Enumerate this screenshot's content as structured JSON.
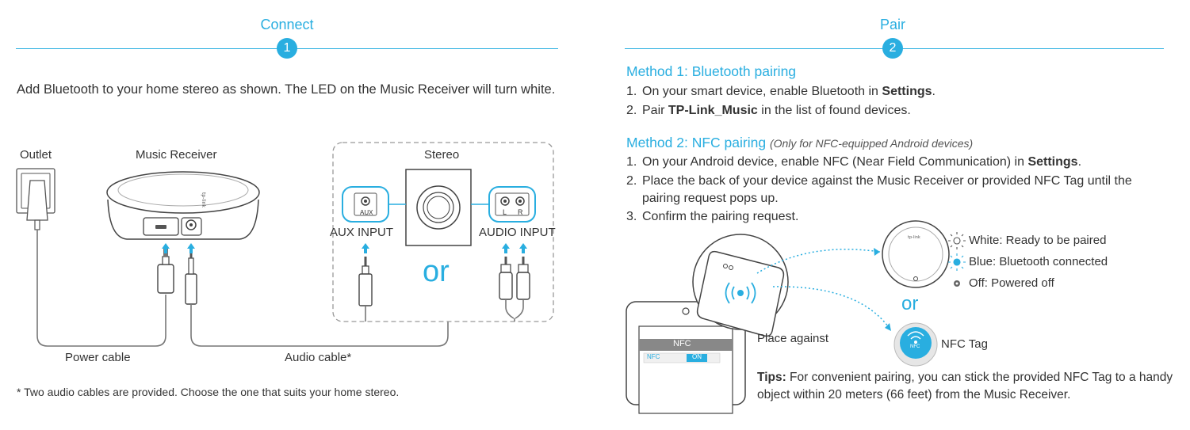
{
  "colors": {
    "accent": "#29aee0",
    "text": "#333333",
    "line": "#555555"
  },
  "connect": {
    "title": "Connect",
    "step_number": "1",
    "intro": "Add Bluetooth to your home stereo as shown. The LED on the Music Receiver will turn white.",
    "labels": {
      "outlet": "Outlet",
      "music_receiver": "Music Receiver",
      "stereo": "Stereo",
      "aux_input": "AUX INPUT",
      "audio_input": "AUDIO INPUT",
      "aux_port": "AUX",
      "left_port": "L",
      "right_port": "R",
      "or": "or",
      "power_cable": "Power cable",
      "audio_cable": "Audio cable*"
    },
    "footnote": "* Two audio cables are provided. Choose the one that suits your home stereo."
  },
  "pair": {
    "title": "Pair",
    "step_number": "2",
    "method1": {
      "title": "Method 1: Bluetooth pairing",
      "steps": [
        {
          "num": "1.",
          "pre": "On your smart device, enable Bluetooth in ",
          "bold": "Settings",
          "post": "."
        },
        {
          "num": "2.",
          "pre": "Pair ",
          "bold": "TP-Link_Music",
          "post": " in the list of found devices."
        }
      ]
    },
    "method2": {
      "title": "Method 2: NFC pairing",
      "note": "(Only for NFC-equipped Android devices)",
      "steps": [
        {
          "num": "1.",
          "pre": "On your Android device, enable NFC (Near Field Communication) in ",
          "bold": "Settings",
          "post": "."
        },
        {
          "num": "2.",
          "text": "Place the back of your device against the Music Receiver or provided NFC Tag until the",
          "cont": "pairing request pops up."
        },
        {
          "num": "3.",
          "text": "Confirm the pairing request."
        }
      ]
    },
    "led_states": [
      {
        "icon": "led-white-icon",
        "label": "White: Ready to be paired"
      },
      {
        "icon": "led-blue-icon",
        "label": "Blue: Bluetooth connected"
      },
      {
        "icon": "led-off-icon",
        "label": "Off: Powered off"
      }
    ],
    "or": "or",
    "nfc_tag": "NFC Tag",
    "nfc_tag_text": "NFC",
    "place_against": "Place against",
    "phone": {
      "header": "NFC",
      "row_label": "NFC",
      "toggle": "ON"
    },
    "tips": {
      "label": "Tips:",
      "text": " For convenient pairing, you can stick the provided NFC Tag to a handy",
      "cont": "object within 20 meters (66 feet) from the Music Receiver."
    }
  }
}
